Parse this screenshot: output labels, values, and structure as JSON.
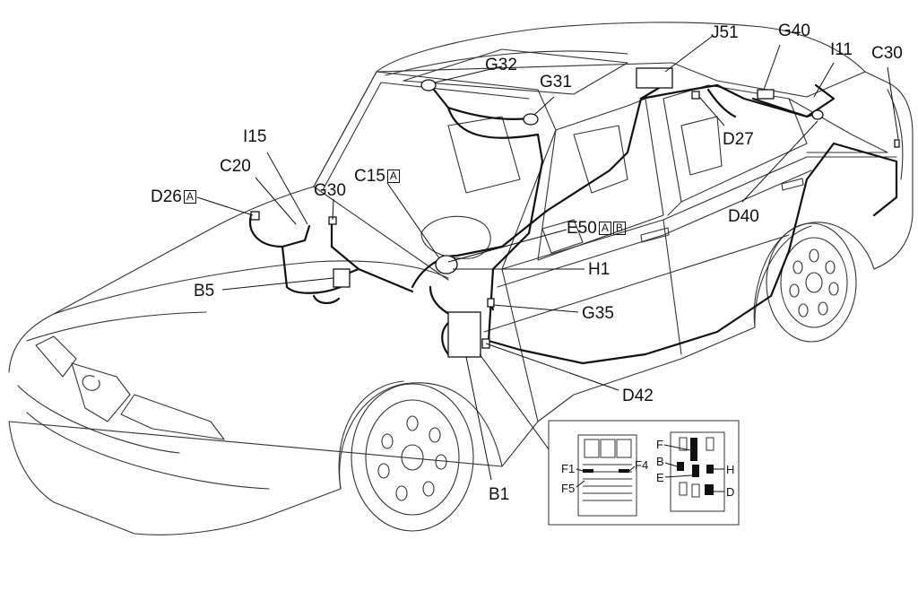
{
  "labels": {
    "J51": "J51",
    "G40": "G40",
    "I11": "I11",
    "C30": "C30",
    "G32": "G32",
    "G31": "G31",
    "I15": "I15",
    "C20": "C20",
    "D26": "D26",
    "G30": "G30",
    "C15": "C15",
    "D27": "D27",
    "D40": "D40",
    "E50": "E50",
    "H1": "H1",
    "B5": "B5",
    "G35": "G35",
    "D42": "D42",
    "B1": "B1"
  },
  "boxed": {
    "A": "A",
    "B": "B"
  },
  "inset": {
    "fuse_labels": {
      "F1": "F1",
      "F4": "F4",
      "F5": "F5"
    },
    "relay_labels": {
      "F": "F",
      "B": "B",
      "E": "E",
      "H": "H",
      "D": "D"
    }
  }
}
